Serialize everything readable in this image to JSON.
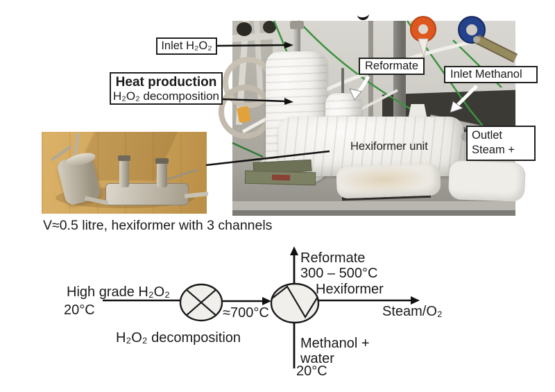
{
  "figure": {
    "caption": "V≈0.5 litre, hexiformer with 3 channels"
  },
  "callouts": {
    "inlet_h2o2": "Inlet H₂O₂",
    "heat_production_line1": "Heat production",
    "heat_production_line2": "H₂O₂ decomposition"
  },
  "photo_labels": {
    "reformate": "Reformate",
    "inlet_methanol": "Inlet Methanol",
    "hexiformer_unit": "Hexiformer unit",
    "outlet_line1": "Outlet",
    "outlet_line2": "Steam +"
  },
  "flow_diagram": {
    "feed_name": "High grade H₂O₂",
    "feed_temp": "20°C",
    "decomposition_label": "H₂O₂ decomposition",
    "intermediate_temp": "≈700°C",
    "reformate_name": "Reformate",
    "reformate_temp": "300 – 500°C",
    "exchanger_name": "Hexiformer",
    "outlet_stream": "Steam/O₂",
    "methanol_line1": "Methanol +",
    "methanol_line2": "water",
    "methanol_temp": "20°C"
  },
  "colors": {
    "text": "#1a1a1a",
    "line": "#111111",
    "label_box_bg": "#ffffff",
    "label_box_border": "#1f1f1f",
    "symbol_fill": "#f0efec",
    "insulation_white": "#f3f2ef",
    "bench_gray": "#a09f99",
    "cable_green": "#3c9340",
    "fitting_orange": "#dd571f",
    "fitting_blue": "#24418c",
    "wood_tan": "#d0a55c"
  }
}
